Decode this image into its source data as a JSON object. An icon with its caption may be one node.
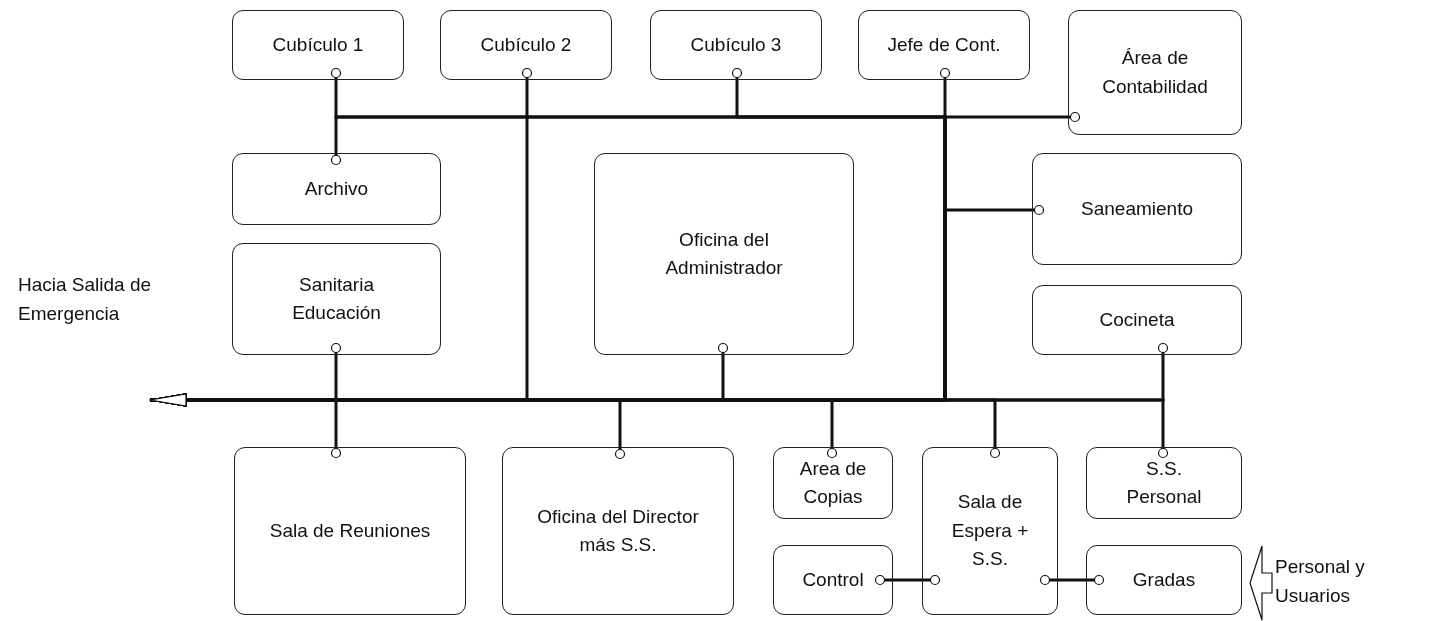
{
  "diagram": {
    "nodes": [
      {
        "text": [
          "Cubículo 1"
        ]
      },
      {
        "text": [
          "Cubículo 2"
        ]
      },
      {
        "text": [
          "Cubículo 3"
        ]
      },
      {
        "text": [
          "Jefe de Cont."
        ]
      },
      {
        "text": [
          "Área de Contabilidad"
        ]
      },
      {
        "text": [
          "Archivo"
        ]
      },
      {
        "text": [
          "Oficina del Administrador"
        ]
      },
      {
        "text": [
          "Saneamiento"
        ]
      },
      {
        "text": [
          "Hacia Salida de Emergencia"
        ]
      },
      {
        "text": [
          "Sanitaria Educación"
        ]
      },
      {
        "text": [
          "Cocineta"
        ]
      },
      {
        "text": [
          "Sala de Reuniones"
        ]
      },
      {
        "text": [
          "Oficina del Director más S.S."
        ]
      },
      {
        "text": [
          "Area de Copias"
        ]
      },
      {
        "text": [
          "Sala de Espera + S.S."
        ]
      },
      {
        "text": [
          "S.S. Personal"
        ]
      },
      {
        "text": [
          "Control"
        ]
      },
      {
        "text": [
          "Gradas"
        ]
      },
      {
        "text": [
          "Personal y Usuarios"
        ]
      }
    ],
    "edges": [
      {
        "from": 0,
        "to": 8,
        "arrow": "to"
      },
      {
        "from": 1,
        "to": 8,
        "arrow": "to"
      },
      {
        "from": 2,
        "to": 8,
        "arrow": "to"
      },
      {
        "from": 3,
        "to": 8,
        "arrow": "to"
      },
      {
        "from": 4,
        "to": 8,
        "arrow": "to"
      },
      {
        "from": 5,
        "to": 8,
        "arrow": "to"
      },
      {
        "from": 6,
        "to": 8,
        "arrow": "to"
      },
      {
        "from": 7,
        "to": 8,
        "arrow": "to"
      },
      {
        "from": 9,
        "to": 8,
        "arrow": "to"
      },
      {
        "from": 10,
        "to": 8,
        "arrow": "to"
      },
      {
        "from": 11,
        "to": 8,
        "arrow": "to"
      },
      {
        "from": 12,
        "to": 8,
        "arrow": "to"
      },
      {
        "from": 13,
        "to": 8,
        "arrow": "to"
      },
      {
        "from": 14,
        "to": 8,
        "arrow": "to"
      },
      {
        "from": 15,
        "to": 8,
        "arrow": "to"
      },
      {
        "from": 16,
        "to": 14,
        "arrow": "other"
      },
      {
        "from": 14,
        "to": 17,
        "arrow": "other"
      },
      {
        "from": 18,
        "to": 17,
        "arrow": "to"
      }
    ]
  }
}
